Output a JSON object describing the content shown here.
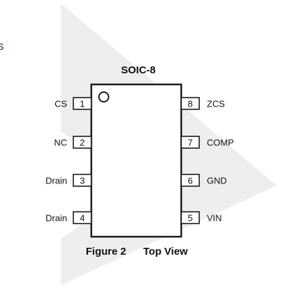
{
  "package_title": "SOIC-8",
  "caption": {
    "figure": "Figure 2",
    "view": "Top View"
  },
  "edge_fragment": "s",
  "pins": {
    "left": [
      {
        "num": "1",
        "name": "CS"
      },
      {
        "num": "2",
        "name": "NC"
      },
      {
        "num": "3",
        "name": "Drain"
      },
      {
        "num": "4",
        "name": "Drain"
      }
    ],
    "right": [
      {
        "num": "8",
        "name": "ZCS"
      },
      {
        "num": "7",
        "name": "COMP"
      },
      {
        "num": "6",
        "name": "GND"
      },
      {
        "num": "5",
        "name": "VIN"
      }
    ]
  },
  "colors": {
    "outline": "#1a1a1a",
    "watermark": "#eeeeee",
    "edge_text": "#1f3f73"
  }
}
